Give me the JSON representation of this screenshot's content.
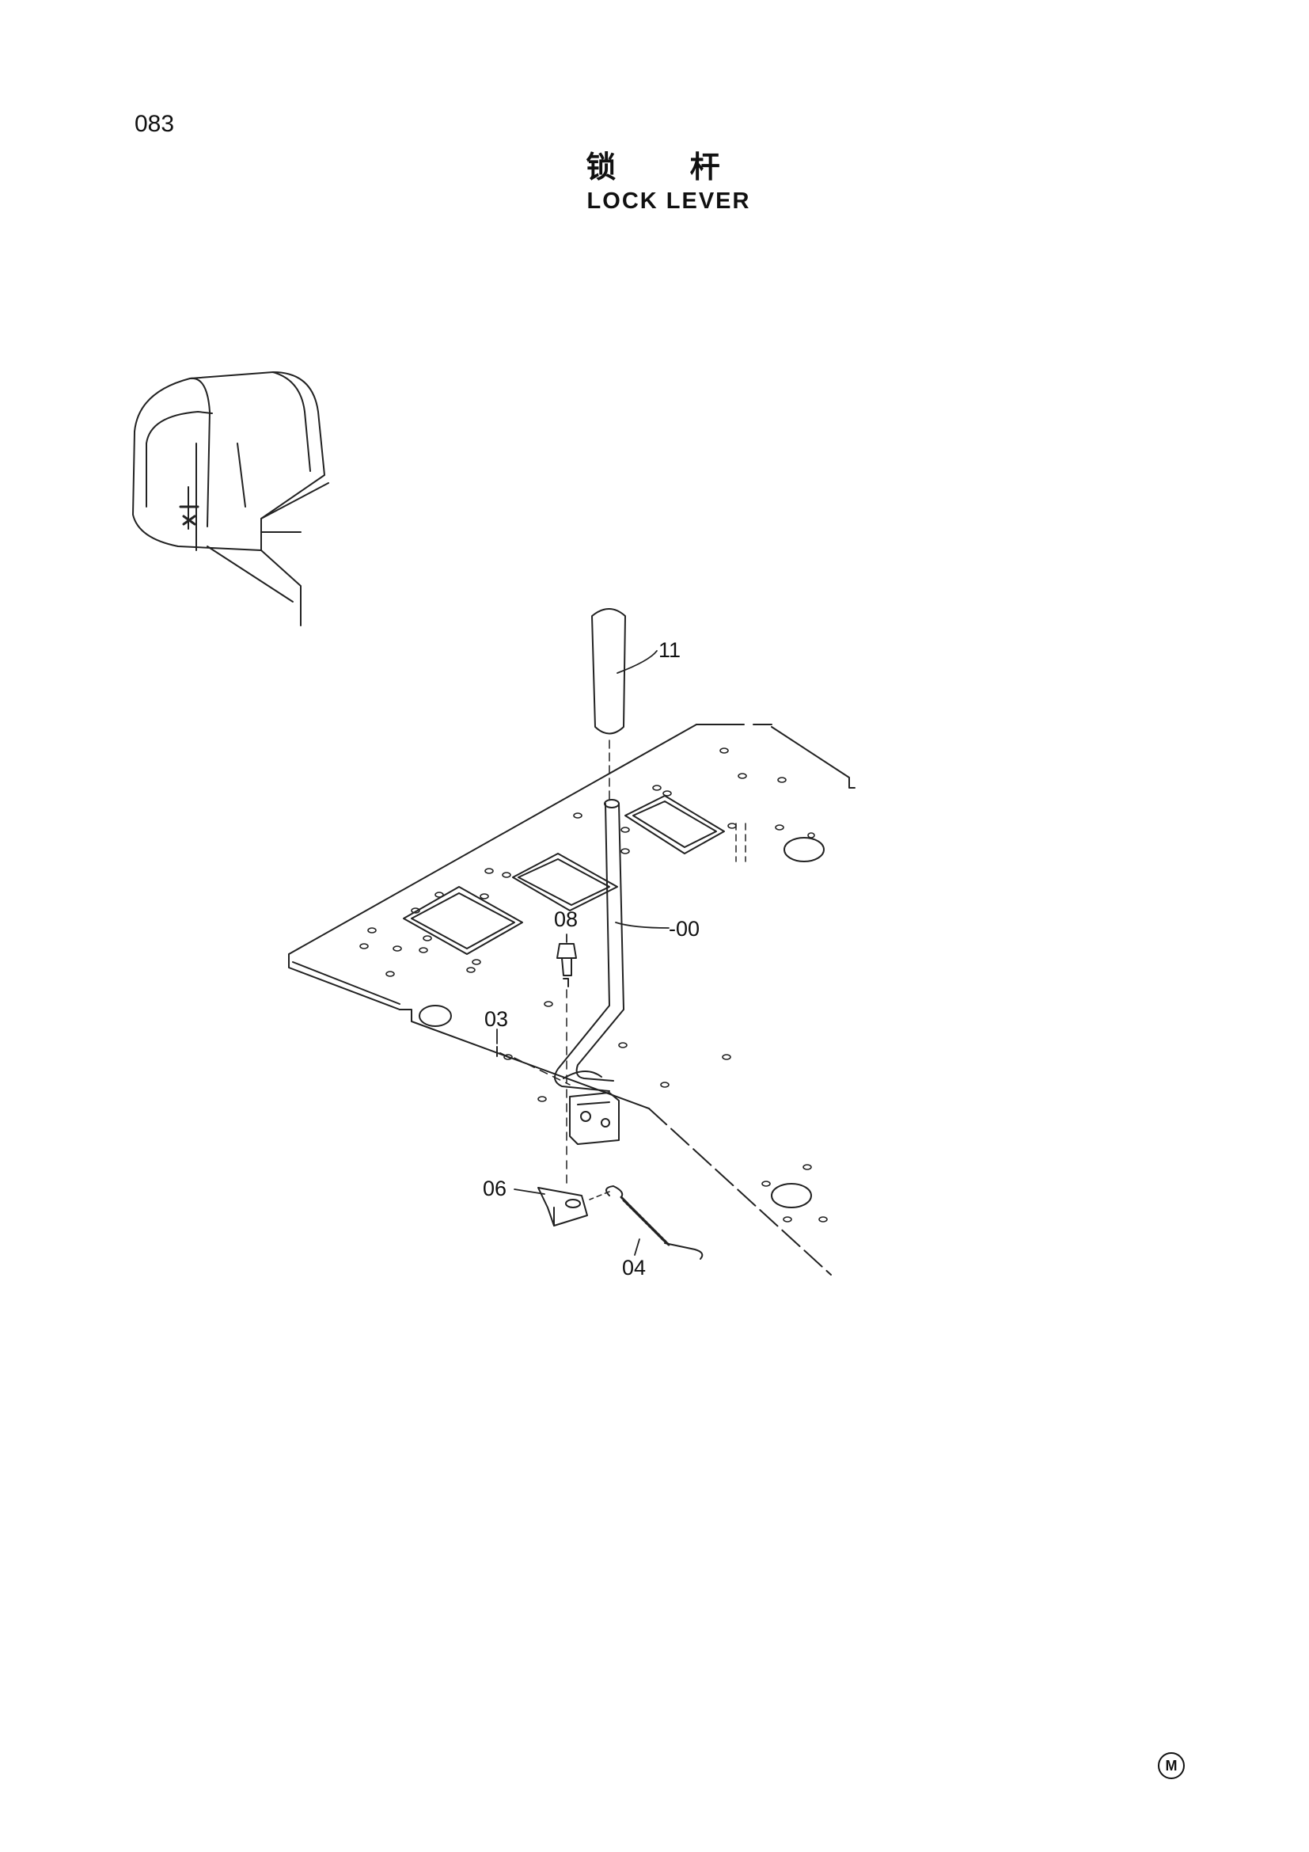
{
  "page": {
    "number": "083",
    "title_cn": "锁 杆",
    "title_en": "LOCK LEVER",
    "mark": "M"
  },
  "callouts": {
    "p11": "11",
    "p00": "-00",
    "p08": "08",
    "p03": "03",
    "p06": "06",
    "p04": "04"
  }
}
